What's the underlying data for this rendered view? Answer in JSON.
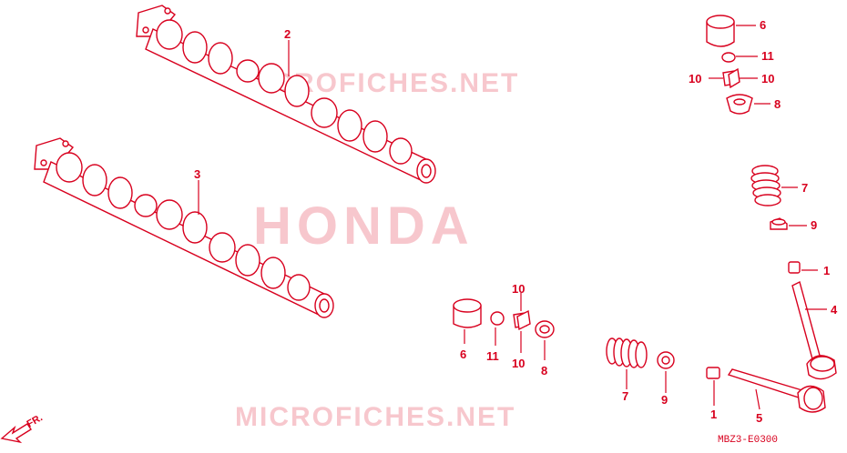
{
  "watermarks": {
    "top": "MICROFICHES.NET",
    "center": "HONDA",
    "bottom": "MICROFICHES.NET"
  },
  "direction": {
    "label": "FR."
  },
  "diagram_code": "MBZ3-E0300",
  "callouts": {
    "c2": "2",
    "c3": "3",
    "c6a": "6",
    "c11a": "11",
    "c10a_l": "10",
    "c10a_r": "10",
    "c8a": "8",
    "c7a": "7",
    "c9a": "9",
    "c1a": "1",
    "c4": "4",
    "c6b": "6",
    "c11b": "11",
    "c10b_t": "10",
    "c10b_b": "10",
    "c8b": "8",
    "c7b": "7",
    "c9b": "9",
    "c1b": "1",
    "c5": "5"
  },
  "colors": {
    "line": "#d8001e",
    "watermark": "#f5b5bd",
    "background": "#ffffff"
  }
}
